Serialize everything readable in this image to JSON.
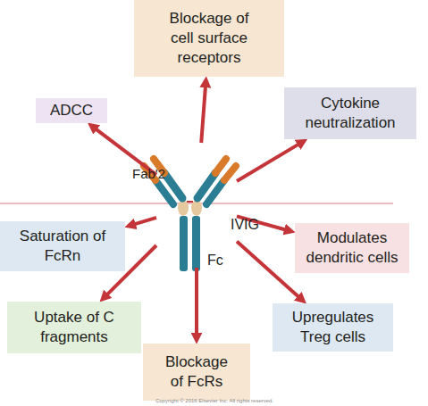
{
  "diagram": {
    "nodes": [
      {
        "text": [
          "Blockage of cell surface receptors"
        ]
      },
      {
        "text": [
          "ADCC"
        ]
      },
      {
        "text": [
          "Cytokine neutralization"
        ]
      },
      {
        "text": [
          "Fab'2",
          "IVIG",
          "Fc"
        ]
      },
      {
        "text": [
          "Saturation of FcRn"
        ]
      },
      {
        "text": [
          "Modulates dendritic cells"
        ]
      },
      {
        "text": [
          "Uptake of C fragments"
        ]
      },
      {
        "text": [
          "Upregulates Treg cells"
        ]
      },
      {
        "text": [
          "Blockage of FcRs"
        ]
      }
    ],
    "edges": [
      {
        "from": 3,
        "to": 0,
        "arrow": "to"
      },
      {
        "from": 3,
        "to": 1,
        "arrow": "to"
      },
      {
        "from": 3,
        "to": 2,
        "arrow": "to"
      },
      {
        "from": 3,
        "to": 4,
        "arrow": "to"
      },
      {
        "from": 3,
        "to": 5,
        "arrow": "to"
      },
      {
        "from": 3,
        "to": 6,
        "arrow": "to"
      },
      {
        "from": 3,
        "to": 7,
        "arrow": "to"
      },
      {
        "from": 3,
        "to": 8,
        "arrow": "to"
      }
    ],
    "labels": [
      "Copyright © 2016 Elsevier Inc. All rights reserved."
    ]
  }
}
